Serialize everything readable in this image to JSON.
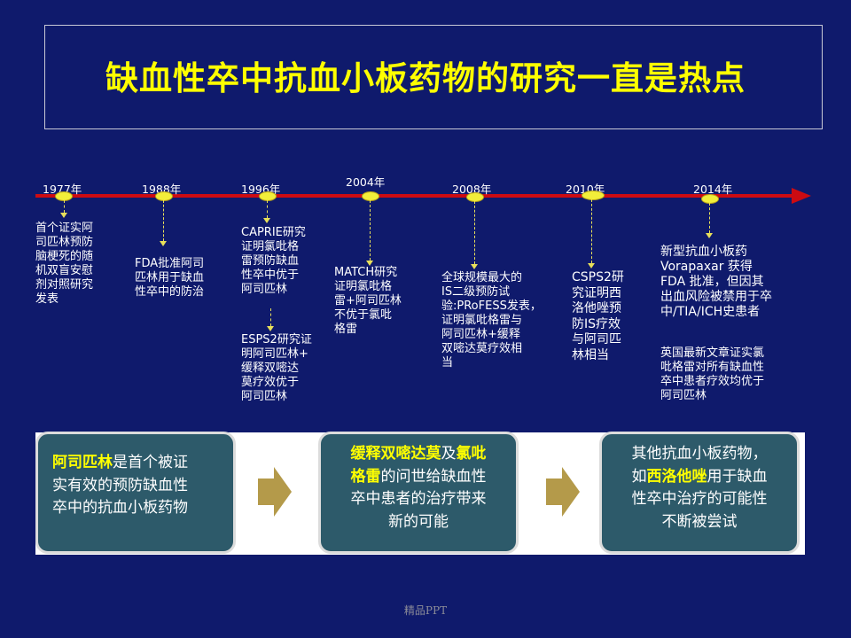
{
  "title": "缺血性卒中抗血小板药物的研究一直是热点",
  "timeline": {
    "years": [
      "1977年",
      "1988年",
      "1996年",
      "2004年",
      "2008年",
      "2010年",
      "2014年"
    ],
    "events": [
      "首个证实阿\n司匹林预防\n脑梗死的随\n机双盲安慰\n剂对照研究\n发表",
      "FDA批准阿司\n匹林用于缺血\n性卒中的防治",
      "CAPRIE研究\n证明氯吡格\n雷预防缺血\n性卒中优于\n阿司匹林",
      "ESPS2研究证\n明阿司匹林+\n缓释双嘧达\n莫疗效优于\n阿司匹林",
      "MATCH研究\n证明氯吡格\n雷+阿司匹林\n不优于氯吡\n格雷",
      "全球规模最大的\nIS二级预防试\n验:PRoFESS发表，\n证明氯吡格雷与\n阿司匹林+缓释\n双嘧达莫疗效相\n当",
      "CSPS2研\n究证明西\n洛他唑预\n防IS疗效\n与阿司匹\n林相当",
      "新型抗血小板药\nVorapaxar 获得\nFDA 批准，但因其\n出血风险被禁用于卒\n中/TIA/ICH史患者",
      "英国最新文章证实氯\n吡格雷对所有缺血性\n卒中患者疗效均优于\n阿司匹林"
    ]
  },
  "cards": [
    {
      "hl1": "阿司匹林",
      "t1": "是首个被证",
      "t2": "实有效的预防缺血性",
      "t3": "卒中的抗血小板药物"
    },
    {
      "hl1": "缓释双嘧达莫",
      "t1": "及",
      "hl2": "氯吡",
      "hl3": "格雷",
      "t2": "的问世给缺血性",
      "t3": "卒中患者的治疗带来",
      "t4": "新的可能"
    },
    {
      "t1": "其他抗血小板药物，",
      "t2a": "如",
      "hl1": "西洛他唑",
      "t2b": "用于缺血",
      "t3": "性卒中治疗的可能性",
      "t4": "不断被尝试"
    }
  ],
  "footer": "精品PPT"
}
